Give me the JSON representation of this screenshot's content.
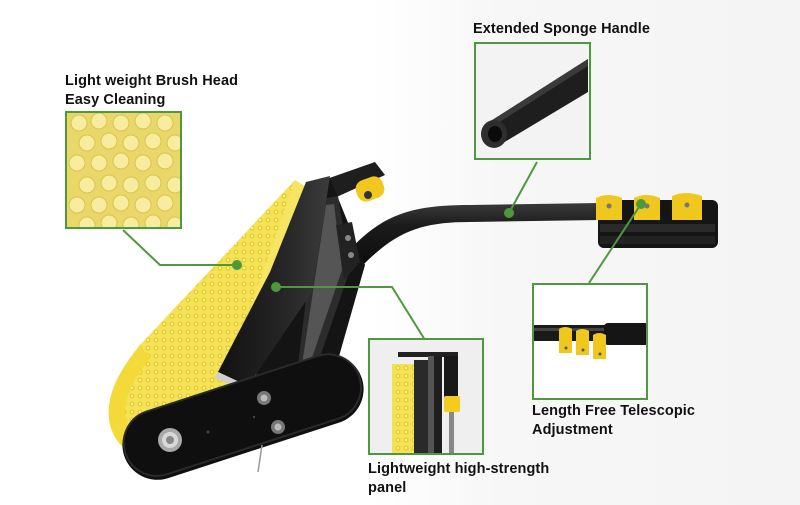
{
  "colors": {
    "callout_green": "#4c9a3c",
    "brush_yellow": "#f3e04a",
    "body_black": "#1a1a1a",
    "text": "#111111"
  },
  "callouts": [
    {
      "id": "brush-head",
      "label_line1": "Light weight Brush Head",
      "label_line2": "Easy Cleaning",
      "inset_image": "brush-bristles-closeup"
    },
    {
      "id": "sponge-handle",
      "label_line1": "Extended Sponge Handle",
      "label_line2": "",
      "inset_image": "foam-tube-closeup"
    },
    {
      "id": "telescopic",
      "label_line1": "Length Free Telescopic",
      "label_line2": "Adjustment",
      "inset_image": "telescopic-clamps-closeup"
    },
    {
      "id": "panel",
      "label_line1": "Lightweight high-strength",
      "label_line2": "panel",
      "inset_image": "panel-side-view"
    }
  ],
  "product": {
    "name": "Rotating brush window cleaning pole",
    "parts": [
      "yellow-brush-roller",
      "black-side-panel",
      "end-plate",
      "curved-handle",
      "telescopic-clamps"
    ]
  }
}
